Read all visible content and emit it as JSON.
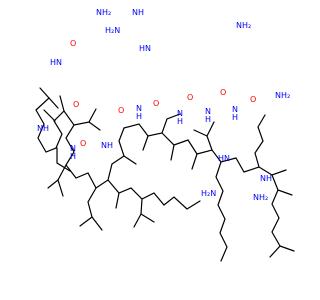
{
  "molecule": {
    "labels": {
      "acetyl_nh": "HN",
      "acetyl_o": "O",
      "nh": "NH",
      "n": "N",
      "h": "H",
      "o": "O",
      "nh2": "NH₂",
      "h2n": "H₂N",
      "hn": "HN"
    },
    "colors": {
      "bond": "#000000",
      "nitrogen": "#0000ff",
      "oxygen": "#ff0000"
    }
  }
}
